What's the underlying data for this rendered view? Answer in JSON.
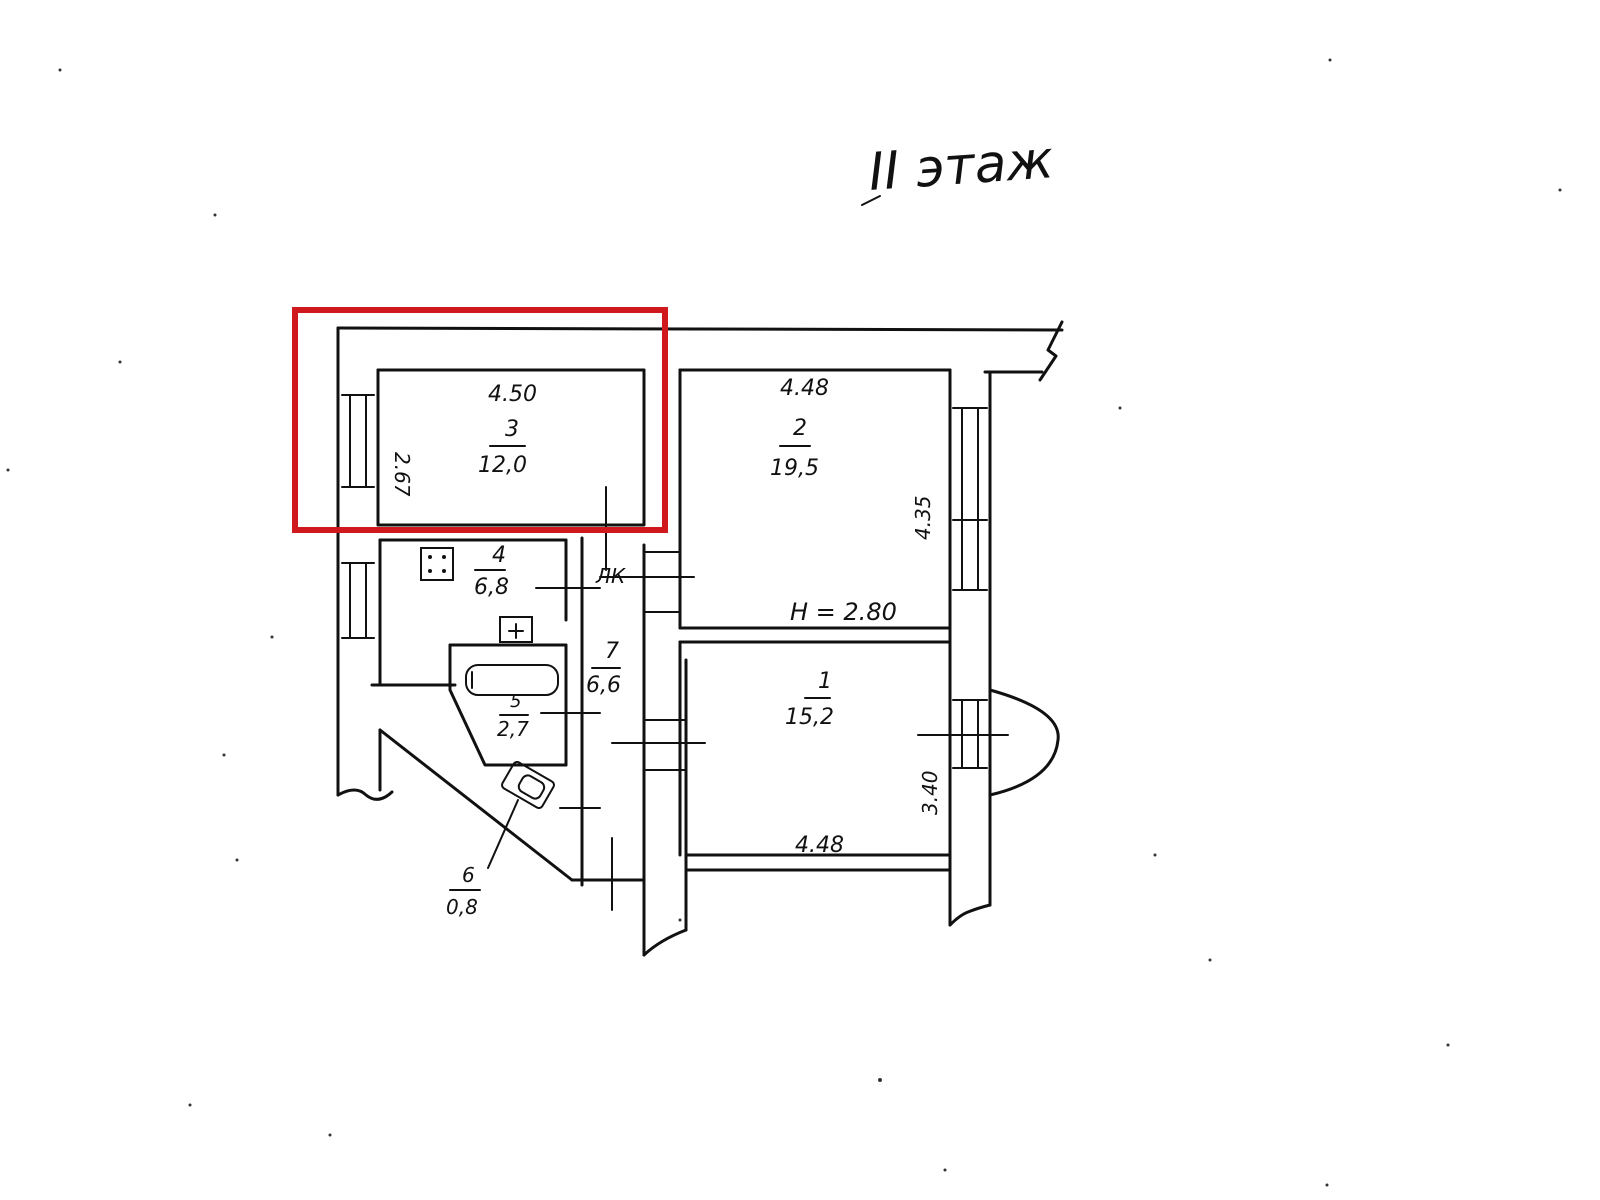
{
  "title": "II этаж",
  "highlight": {
    "color": "#d0191f",
    "target_room": "3"
  },
  "height_label": "H = 2.80",
  "rooms": [
    {
      "id": "1",
      "number": "1",
      "area": "15,2",
      "dim_top": "",
      "dim_bottom": "4.48",
      "dim_side": "3.40"
    },
    {
      "id": "2",
      "number": "2",
      "area": "19,5",
      "dim_top": "4.48",
      "dim_side": "4.35"
    },
    {
      "id": "3",
      "number": "3",
      "area": "12,0",
      "dim_top": "4.50",
      "dim_side": "2.67"
    },
    {
      "id": "4",
      "number": "4",
      "area": "6,8"
    },
    {
      "id": "5",
      "number": "5",
      "area": "2,7"
    },
    {
      "id": "6",
      "number": "6",
      "area": "0,8"
    },
    {
      "id": "7",
      "number": "7",
      "area": "6,6"
    }
  ],
  "misc_labels": {
    "corridor_mark": "ЛК"
  },
  "colors": {
    "ink": "#111111",
    "background": "#ffffff"
  }
}
